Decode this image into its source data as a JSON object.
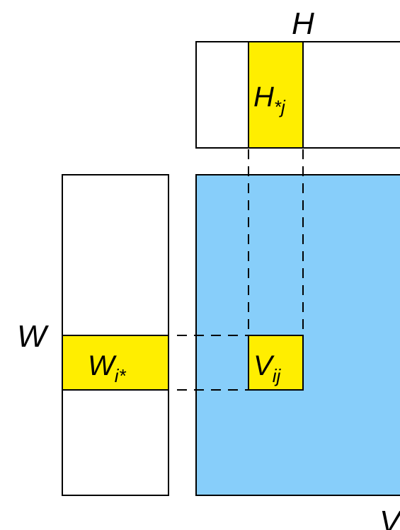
{
  "colors": {
    "product_fill": "#87cefa",
    "highlight_fill": "#ffee00",
    "outline": "#000000",
    "background": "#ffffff"
  },
  "labels": {
    "H": "H",
    "W": "W",
    "V": "V"
  },
  "cells": {
    "h_col": {
      "base": "H",
      "sub": "*j"
    },
    "w_row": {
      "base": "W",
      "sub": "i*"
    },
    "v_cell": {
      "base": "V",
      "sub": "ij"
    }
  }
}
